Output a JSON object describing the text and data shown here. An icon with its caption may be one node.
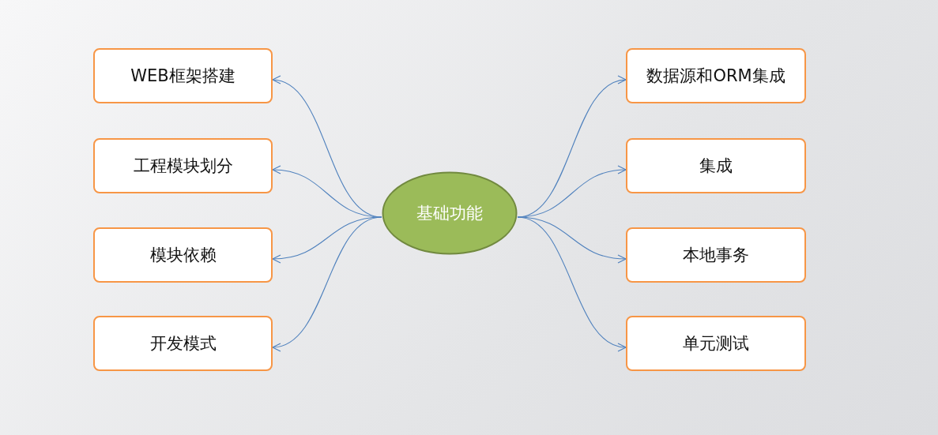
{
  "diagram": {
    "nodes": [
      {
        "text": [
          "基础功能"
        ]
      },
      {
        "text": [
          "WEB框架搭建"
        ]
      },
      {
        "text": [
          "工程模块划分"
        ]
      },
      {
        "text": [
          "模块依赖"
        ]
      },
      {
        "text": [
          "开发模式"
        ]
      },
      {
        "text": [
          "数据源和ORM集成"
        ]
      },
      {
        "text": [
          "集成"
        ]
      },
      {
        "text": [
          "本地事务"
        ]
      },
      {
        "text": [
          "单元测试"
        ]
      }
    ],
    "edges": [
      {
        "from": 0,
        "to": 1,
        "arrow": "to"
      },
      {
        "from": 0,
        "to": 2,
        "arrow": "to"
      },
      {
        "from": 0,
        "to": 3,
        "arrow": "to"
      },
      {
        "from": 0,
        "to": 4,
        "arrow": "to"
      },
      {
        "from": 0,
        "to": 5,
        "arrow": "to"
      },
      {
        "from": 0,
        "to": 6,
        "arrow": "to"
      },
      {
        "from": 0,
        "to": 7,
        "arrow": "to"
      },
      {
        "from": 0,
        "to": 8,
        "arrow": "to"
      }
    ]
  }
}
